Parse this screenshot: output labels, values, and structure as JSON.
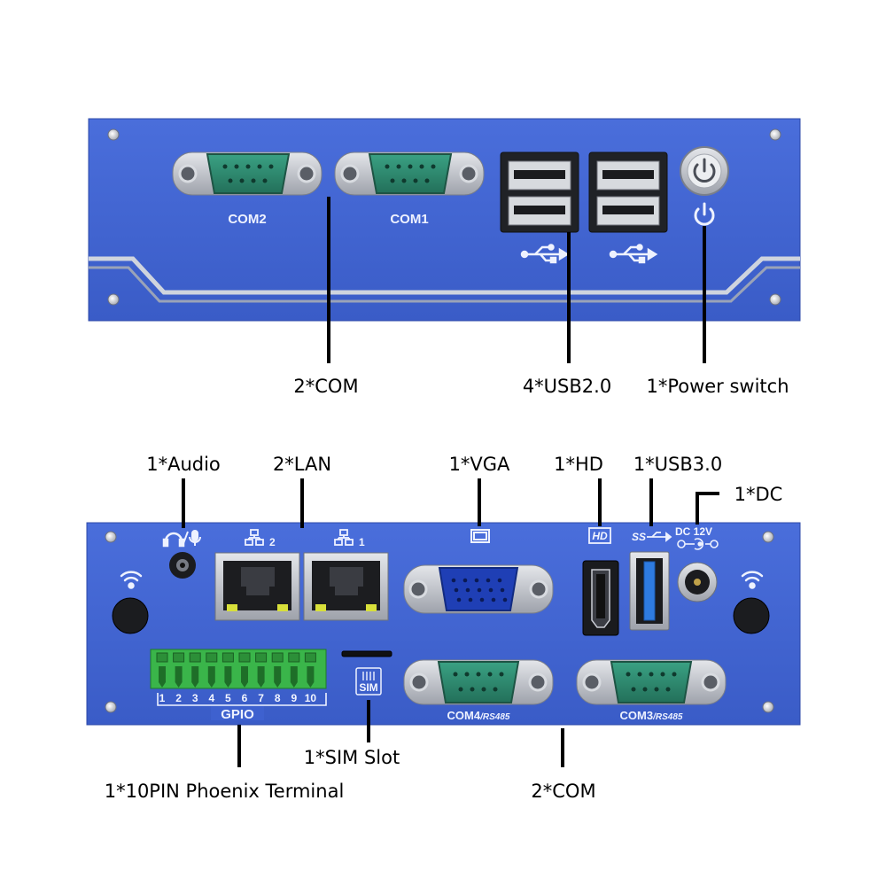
{
  "top_panel": {
    "port_labels": {
      "com2": "COM2",
      "com1": "COM1"
    },
    "callouts": {
      "com": "2*COM",
      "usb": "4*USB2.0",
      "power": "1*Power switch"
    }
  },
  "bottom_panel": {
    "port_labels": {
      "hd_mark": "HD",
      "usb3_mark": "SS",
      "dc_mark": "DC 12V",
      "lan1": "1",
      "lan2": "2",
      "gpio": "GPIO",
      "gpio_pins": [
        "1",
        "2",
        "3",
        "4",
        "5",
        "6",
        "7",
        "8",
        "9",
        "10"
      ],
      "sim_mark": "SIM",
      "com4": "COM4",
      "com4_sub": "/RS485",
      "com3": "COM3",
      "com3_sub": "/RS485"
    },
    "callouts": {
      "audio": "1*Audio",
      "lan": "2*LAN",
      "vga": "1*VGA",
      "hd": "1*HD",
      "usb3": "1*USB3.0",
      "dc": "1*DC",
      "sim": "1*SIM Slot",
      "terminal": "1*10PIN Phoenix Terminal",
      "com": "2*COM"
    }
  },
  "colors": {
    "panel_blue": "#3f63d1",
    "panel_edge": "#2d49a8",
    "connector_green": "#2f8f74",
    "terminal_green": "#3ab54a",
    "vga_blue": "#1f3fb5",
    "usb3_blue": "#2e7be0",
    "screw_silver": "#c9ccd4"
  },
  "icons": [
    "power-icon",
    "usb-icon",
    "headset-icon",
    "microphone-icon",
    "network-icon",
    "monitor-icon",
    "hd-icon",
    "wifi-icon",
    "sim-icon"
  ]
}
